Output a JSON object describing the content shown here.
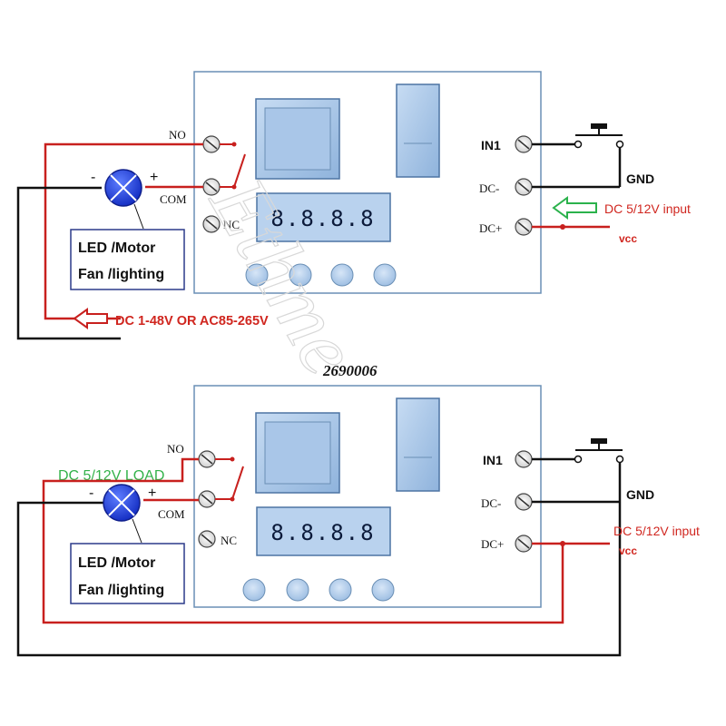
{
  "diagram_top": {
    "relay_terminals": {
      "no": "NO",
      "com": "COM",
      "nc": "NC"
    },
    "input_terminals": {
      "in1": "IN1",
      "dc_minus": "DC-",
      "dc_plus": "DC+"
    },
    "display_digits": "8.8.8.8",
    "load_box": {
      "line1": "LED /Motor",
      "line2": "Fan /lighting"
    },
    "polarity": {
      "minus": "-",
      "plus": "+"
    },
    "gnd_label": "GND",
    "vcc_label": "vcc",
    "supply_label": "DC 5/12V input",
    "load_supply_label": "DC 1-48V OR AC85-265V"
  },
  "diagram_bottom": {
    "relay_terminals": {
      "no": "NO",
      "com": "COM",
      "nc": "NC"
    },
    "input_terminals": {
      "in1": "IN1",
      "dc_minus": "DC-",
      "dc_plus": "DC+"
    },
    "display_digits": "8.8.8.8",
    "load_box": {
      "line1": "LED /Motor",
      "line2": "Fan /lighting"
    },
    "polarity": {
      "minus": "-",
      "plus": "+"
    },
    "gnd_label": "GND",
    "vcc_label": "vcc",
    "supply_label": "DC 5/12V input",
    "load_label": "DC 5/12V LOAD"
  },
  "item_code": "2690006",
  "watermark": "Ethme",
  "colors": {
    "wire_red": "#c8201e",
    "wire_black": "#111111",
    "board_fill": "#ffffff",
    "board_stroke": "#6a8fb5",
    "relay_fill": "#a9c6e8",
    "button_fill": "#b9d2ee",
    "lamp_blue": "#1f3bd6",
    "arrow_green": "#2bb24c",
    "label_green": "#33b24a",
    "label_red": "#d0261f"
  }
}
